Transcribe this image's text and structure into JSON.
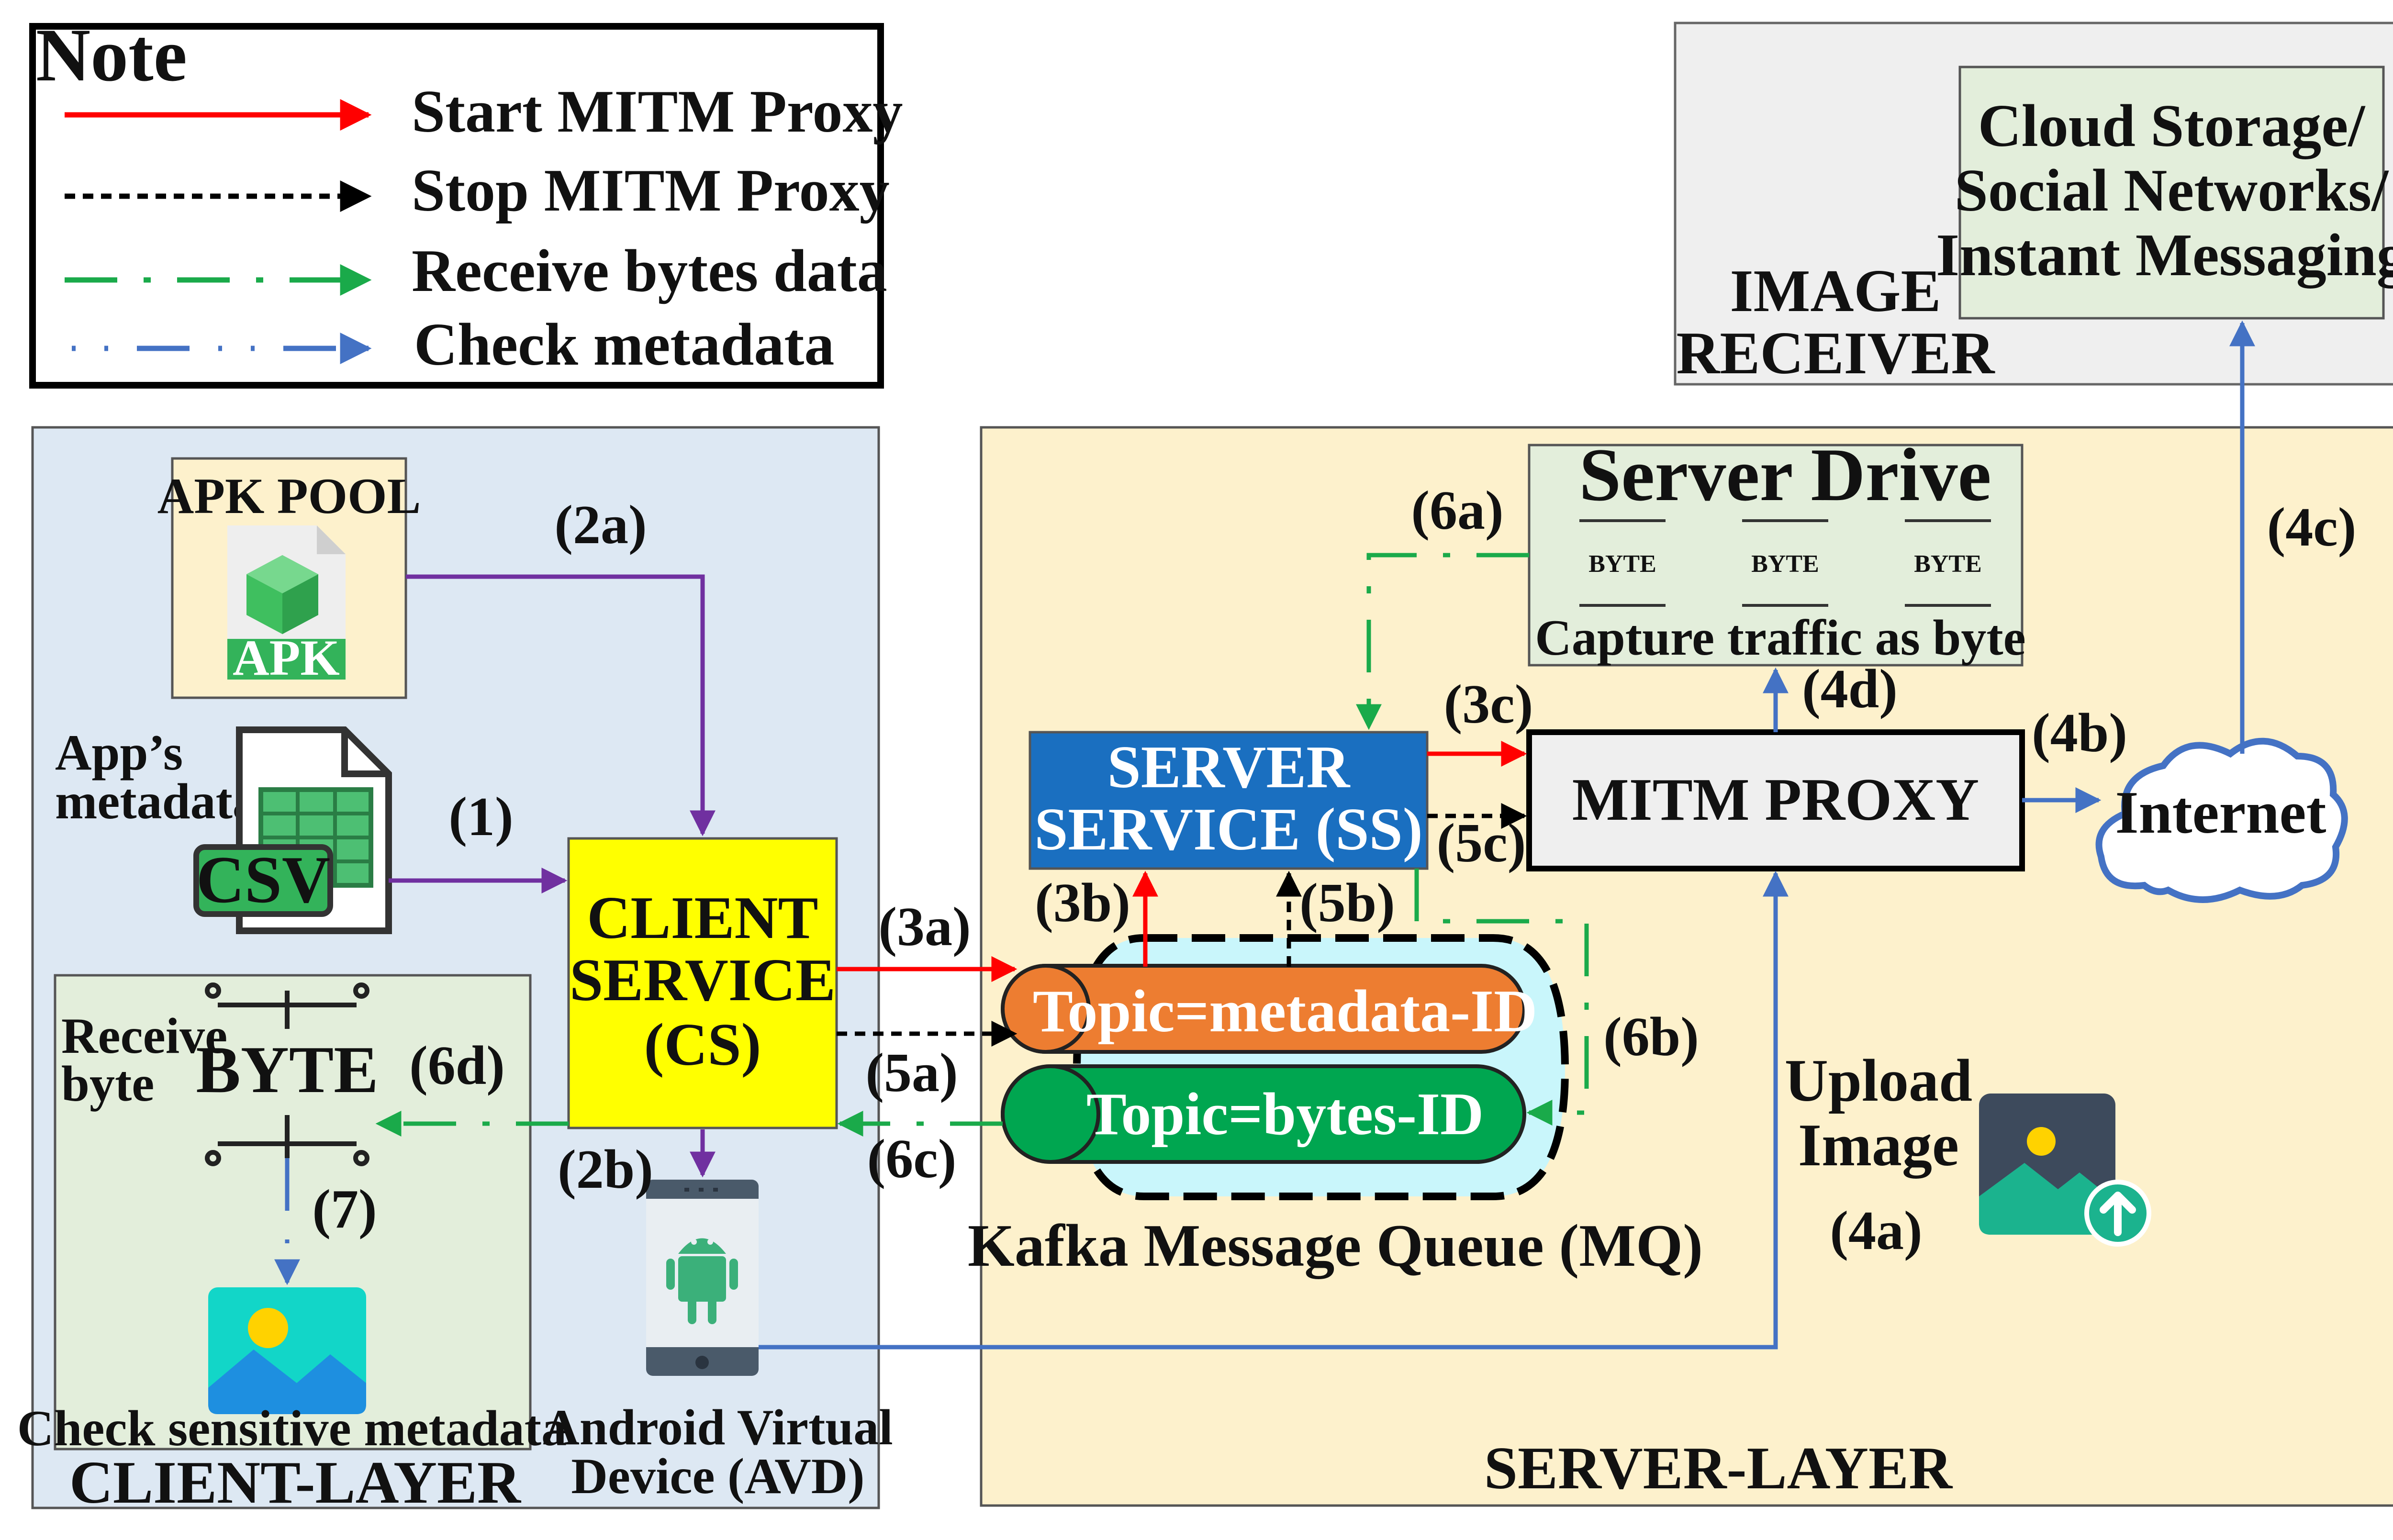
{
  "legend": {
    "title": "Note",
    "items": [
      {
        "label": "Start MITM Proxy",
        "color": "#ff0000",
        "style": "solid"
      },
      {
        "label": "Stop MITM Proxy",
        "color": "#000000",
        "style": "dashed"
      },
      {
        "label": "Receive bytes data",
        "color": "#1aaa4a",
        "style": "dash-dot"
      },
      {
        "label": "Check metadata",
        "color": "#4472c4",
        "style": "dash-dot-dot"
      }
    ]
  },
  "image_receiver": {
    "label_line1": "IMAGE",
    "label_line2": "RECEIVER",
    "cloud_line1": "Cloud Storage/",
    "cloud_line2": "Social Networks/",
    "cloud_line3": "Instant Messaging"
  },
  "client_layer": {
    "label": "CLIENT-LAYER",
    "apk_pool": "APK POOL",
    "apk_icon_text": "APK",
    "metadata_line1": "App’s",
    "metadata_line2": "metadata",
    "csv_icon_text": "CSV",
    "client_service_line1": "CLIENT",
    "client_service_line2": "SERVICE",
    "client_service_line3": "(CS)",
    "receive_line1": "Receive",
    "receive_line2": "byte",
    "byte_icon_text": "BYTE",
    "check_sensitive": "Check sensitive metadata",
    "avd_line1": "Android Virtual",
    "avd_line2": "Device (AVD)"
  },
  "server_layer": {
    "label": "SERVER-LAYER",
    "server_drive_title": "Server Drive",
    "server_drive_caption": "Capture traffic as byte",
    "byte_icon_text": "BYTE",
    "server_service_line1": "SERVER",
    "server_service_line2": "SERVICE (SS)",
    "mitm_proxy": "MITM PROXY",
    "internet": "Internet",
    "topic_metadata": "Topic=metadata-ID",
    "topic_bytes": "Topic=bytes-ID",
    "kafka": "Kafka Message Queue (MQ)",
    "upload_line1": "Upload",
    "upload_line2": "Image"
  },
  "steps": {
    "s1": "(1)",
    "s2a": "(2a)",
    "s2b": "(2b)",
    "s3a": "(3a)",
    "s3b": "(3b)",
    "s3c": "(3c)",
    "s4a": "(4a)",
    "s4b": "(4b)",
    "s4c": "(4c)",
    "s4d": "(4d)",
    "s5a": "(5a)",
    "s5b": "(5b)",
    "s5c": "(5c)",
    "s6a": "(6a)",
    "s6b": "(6b)",
    "s6c": "(6c)",
    "s6d": "(6d)",
    "s7": "(7)"
  },
  "colors": {
    "client_layer_bg": "#dde8f3",
    "server_layer_bg": "#fdf1cc",
    "green_box_bg": "#e3eedb",
    "receiver_bg": "#efefef",
    "client_service_bg": "#ffff00",
    "server_service_bg": "#1a6fc0",
    "topic_metadata_bg": "#ed7d31",
    "topic_bytes_bg": "#00a650",
    "kafka_bg": "#c9f6fb",
    "purple_arrow": "#7030a0",
    "red_arrow": "#ff0000",
    "green_arrow": "#1aaa4a",
    "blue_arrow": "#4472c4"
  }
}
